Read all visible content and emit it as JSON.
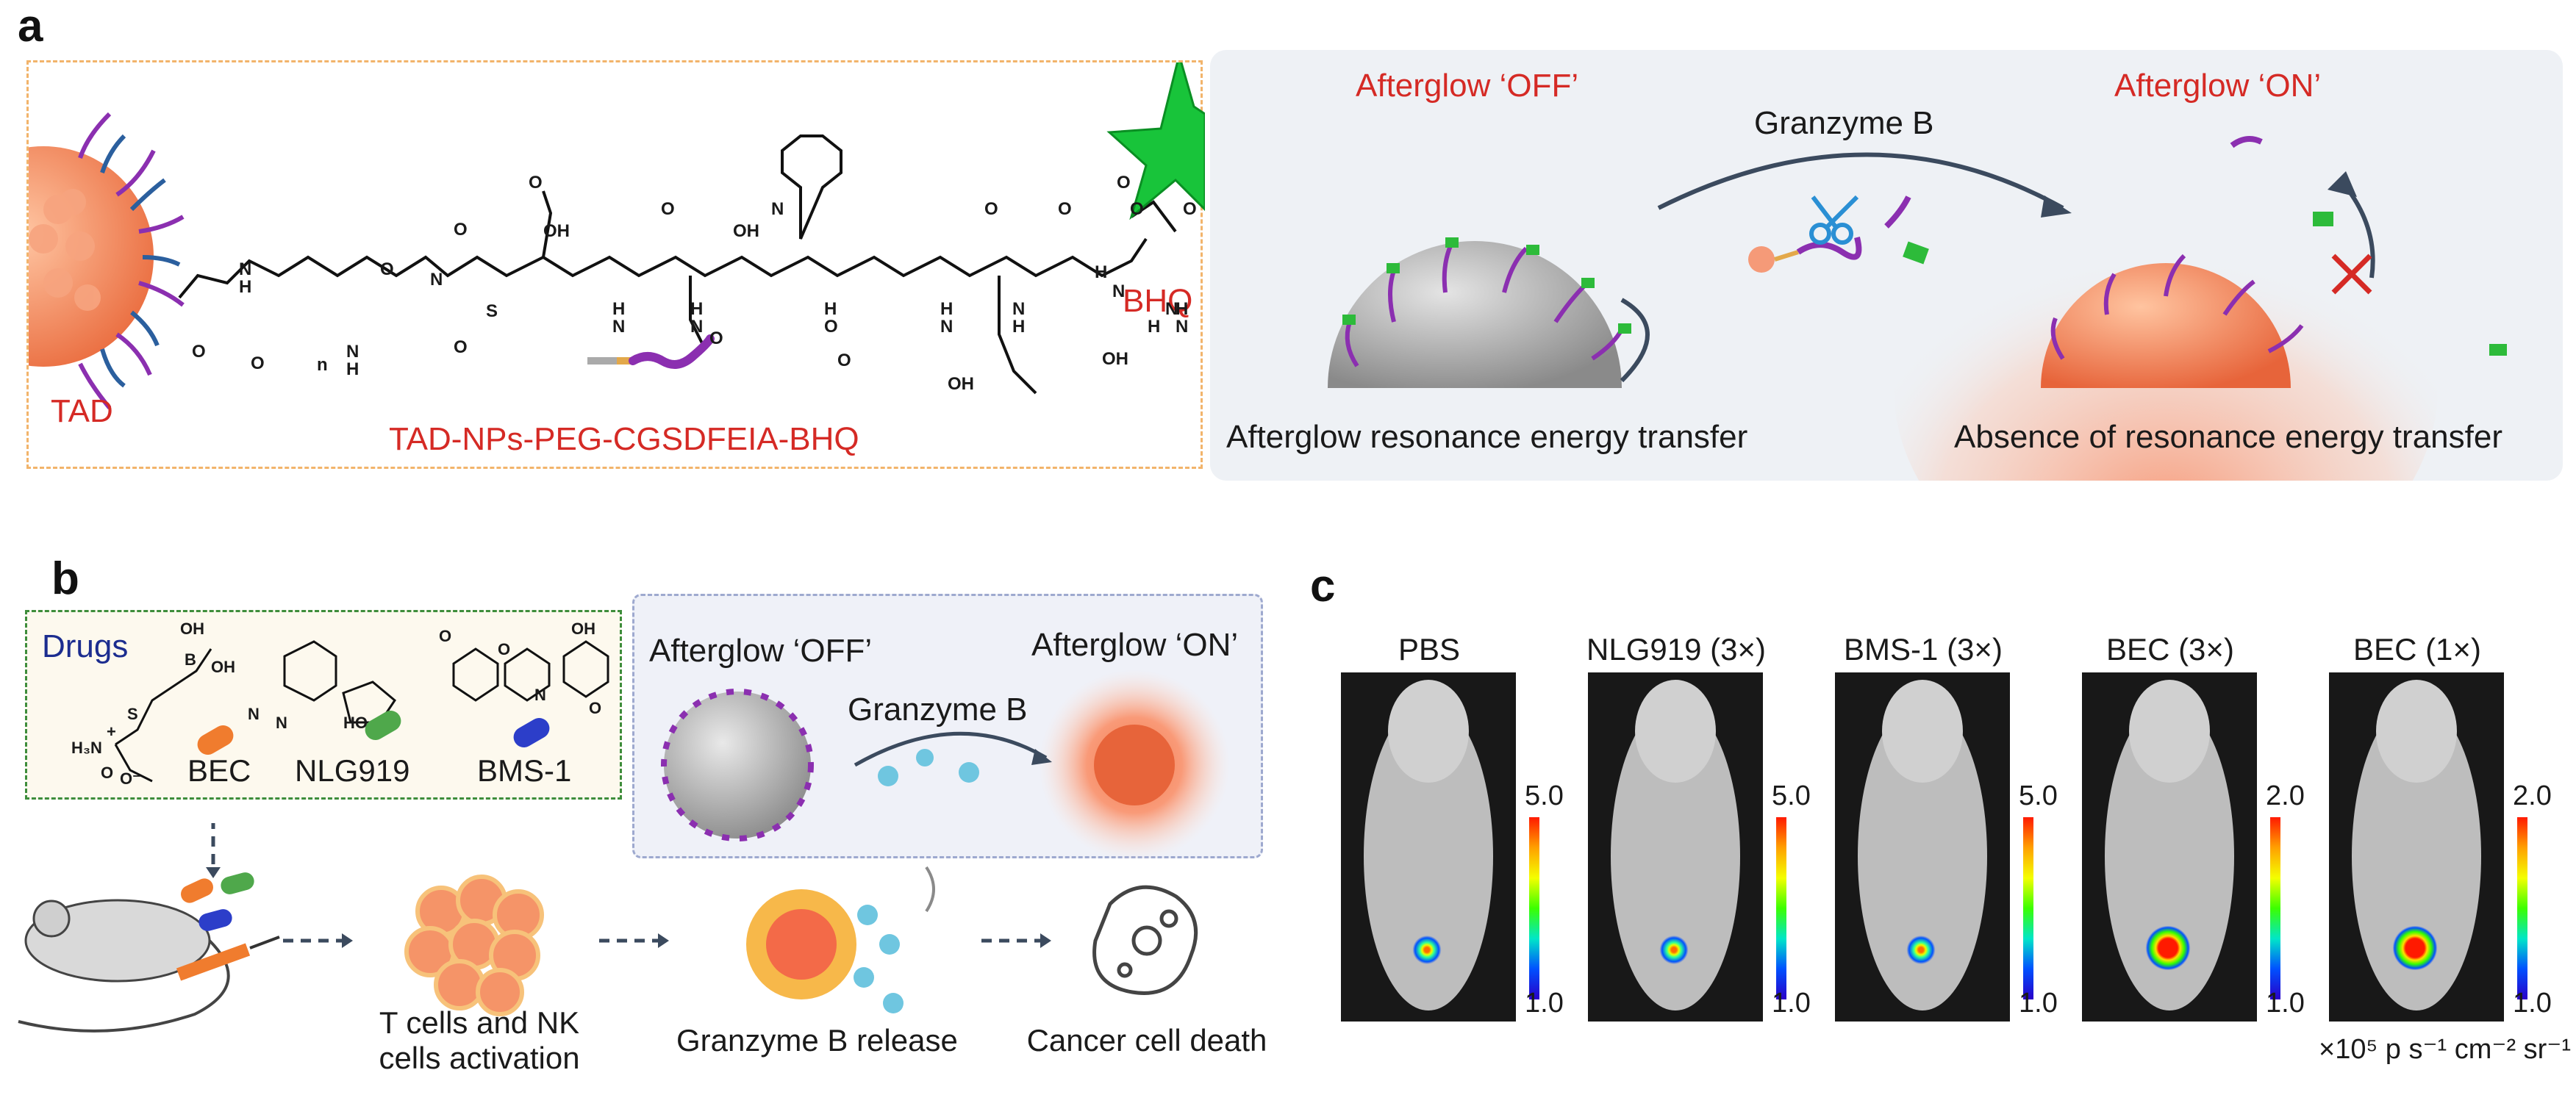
{
  "panel_a": {
    "letter": "a",
    "tad_label": "TAD",
    "conjugate_label": "TAD-NPs-PEG-CGSDFEIA-BHQ",
    "bhq_label": "BHQ",
    "off_label": "Afterglow ‘OFF’",
    "on_label": "Afterglow ‘ON’",
    "enzyme_label": "Granzyme B",
    "left_caption": "Afterglow resonance energy transfer",
    "right_caption": "Absence of resonance energy transfer",
    "chem_labels": [
      "O",
      "N",
      "H",
      "O",
      "n",
      "N",
      "H",
      "O",
      "N",
      "O",
      "O",
      "S",
      "O",
      "OH",
      "H",
      "N",
      "O",
      "H",
      "N",
      "OH",
      "O",
      "N",
      "H",
      "O",
      "O",
      "OH",
      "H",
      "N",
      "O",
      "N",
      "H",
      "O",
      "OH",
      "O",
      "H",
      "N",
      "O",
      "N",
      "H",
      "O",
      "N",
      "H"
    ]
  },
  "panel_b": {
    "letter": "b",
    "drugs_title": "Drugs",
    "bec_label": "BEC",
    "nlg_label": "NLG919",
    "bms_label": "BMS-1",
    "off_label": "Afterglow ‘OFF’",
    "on_label": "Afterglow ‘ON’",
    "enzyme_label": "Granzyme B",
    "step1_line1": "T cells and NK",
    "step1_line2": "cells activation",
    "step2": "Granzyme B release",
    "step3": "Cancer cell death",
    "chem_labels": [
      "OH",
      "B",
      "OH",
      "S",
      "H₃N",
      "+",
      "O",
      "O⁻",
      "N",
      "N",
      "HO",
      "O",
      "OH",
      "N",
      "O",
      "O"
    ]
  },
  "panel_c": {
    "letter": "c",
    "groups": [
      {
        "name": "PBS",
        "max": "5.0",
        "min": "1.0"
      },
      {
        "name": "NLG919 (3×)",
        "max": "5.0",
        "min": "1.0"
      },
      {
        "name": "BMS-1 (3×)",
        "max": "5.0",
        "min": "1.0"
      },
      {
        "name": "BEC (3×)",
        "max": "2.0",
        "min": "1.0"
      },
      {
        "name": "BEC (1×)",
        "max": "2.0",
        "min": "1.0"
      }
    ],
    "unit_label": "×10⁵ p s⁻¹ cm⁻² sr⁻¹"
  },
  "colors": {
    "label_red": "#d52a25",
    "nanoparticle_orange": "#f08a5d",
    "peptide_purple": "#8b2fb0",
    "quencher_green": "#2dbb3a",
    "drug_box_border": "#3e8d3b",
    "conjugate_box_border": "#f2b46b"
  }
}
